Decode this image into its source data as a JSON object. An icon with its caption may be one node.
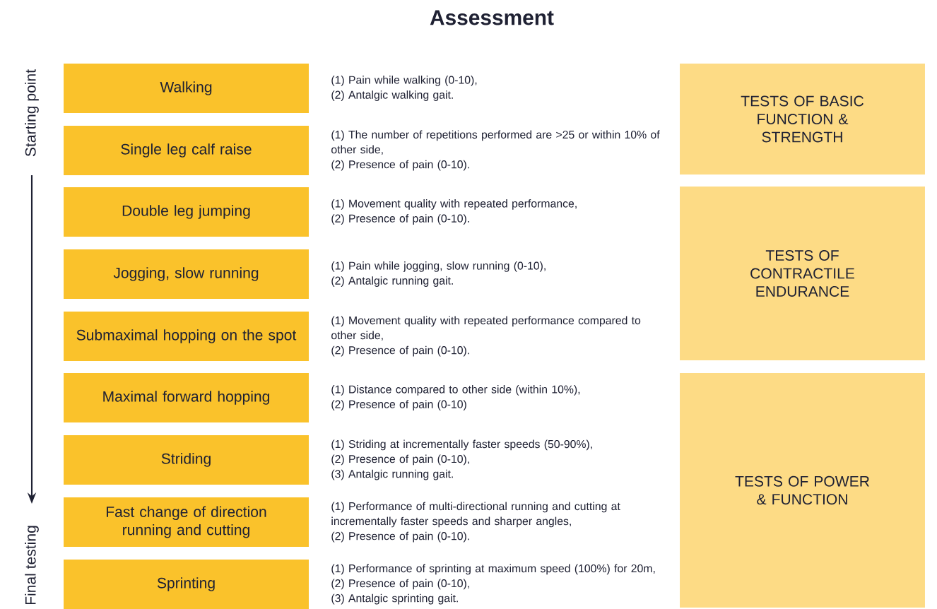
{
  "diagram": {
    "title": "Assessment",
    "nodes": [
      {
        "text": [
          "Walking"
        ],
        "beside": [
          "(1) Pain while walking (0-10),",
          "(2) Antalgic walking gait."
        ]
      },
      {
        "text": [
          "Single leg calf raise"
        ],
        "beside": [
          "(1) The number of repetitions performed are >25 or within 10% of other side,",
          "(2) Presence of pain (0-10)."
        ]
      },
      {
        "text": [
          "Double leg jumping"
        ],
        "beside": [
          "(1) Movement quality with repeated performance,",
          "(2) Presence of pain (0-10)."
        ]
      },
      {
        "text": [
          "Jogging, slow running"
        ],
        "beside": [
          "(1) Pain while jogging, slow running (0-10),",
          "(2) Antalgic running gait."
        ]
      },
      {
        "text": [
          "Submaximal hopping on the spot"
        ],
        "beside": [
          "(1) Movement quality with repeated performance compared to other side,",
          "(2) Presence of pain (0-10)."
        ]
      },
      {
        "text": [
          "Maximal forward hopping"
        ],
        "beside": [
          "(1) Distance compared to other side (within 10%),",
          "(2) Presence of pain (0-10)"
        ]
      },
      {
        "text": [
          "Striding"
        ],
        "beside": [
          "(1) Striding at incrementally faster speeds (50-90%),",
          "(2) Presence of pain (0-10),",
          "(3) Antalgic running gait."
        ]
      },
      {
        "text": [
          "Fast change of direction running and cutting"
        ],
        "beside": [
          "(1) Performance of multi-directional running and cutting at incrementally faster speeds and sharper angles,",
          "(2) Presence of pain (0-10)."
        ]
      },
      {
        "text": [
          "Sprinting"
        ],
        "beside": [
          "(1) Performance of sprinting at maximum speed (100%) for 20m,",
          "(2) Presence of pain (0-10),",
          "(3) Antalgic sprinting gait."
        ]
      },
      {
        "text": [
          "TESTS OF BASIC FUNCTION & STRENGTH"
        ]
      },
      {
        "text": [
          "TESTS OF CONTRACTILE ENDURANCE"
        ]
      },
      {
        "text": [
          "TESTS OF POWER & FUNCTION"
        ]
      }
    ],
    "labels": [
      "Starting point",
      "Final testing"
    ]
  }
}
